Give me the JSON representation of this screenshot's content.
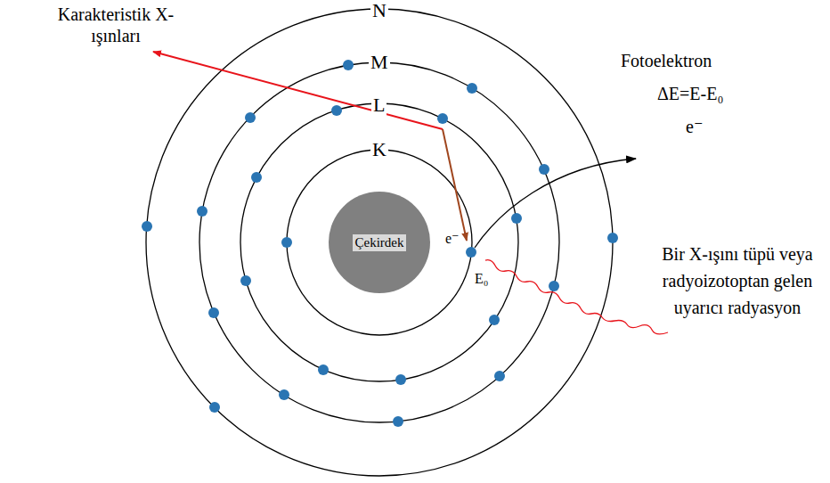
{
  "diagram": {
    "nodes": [
      {
        "text": [
          "Çekirdek"
        ]
      }
    ],
    "labels": [
      "Karakteristik X-ışınları",
      "N",
      "M",
      "L",
      "K",
      "Fotoelektron",
      "ΔE=E-E₀",
      "e⁻",
      "e⁻",
      "E₀",
      "Bir X-ışını tüpü veya radyoizotoptan gelen uyarıcı radyasyon"
    ]
  }
}
